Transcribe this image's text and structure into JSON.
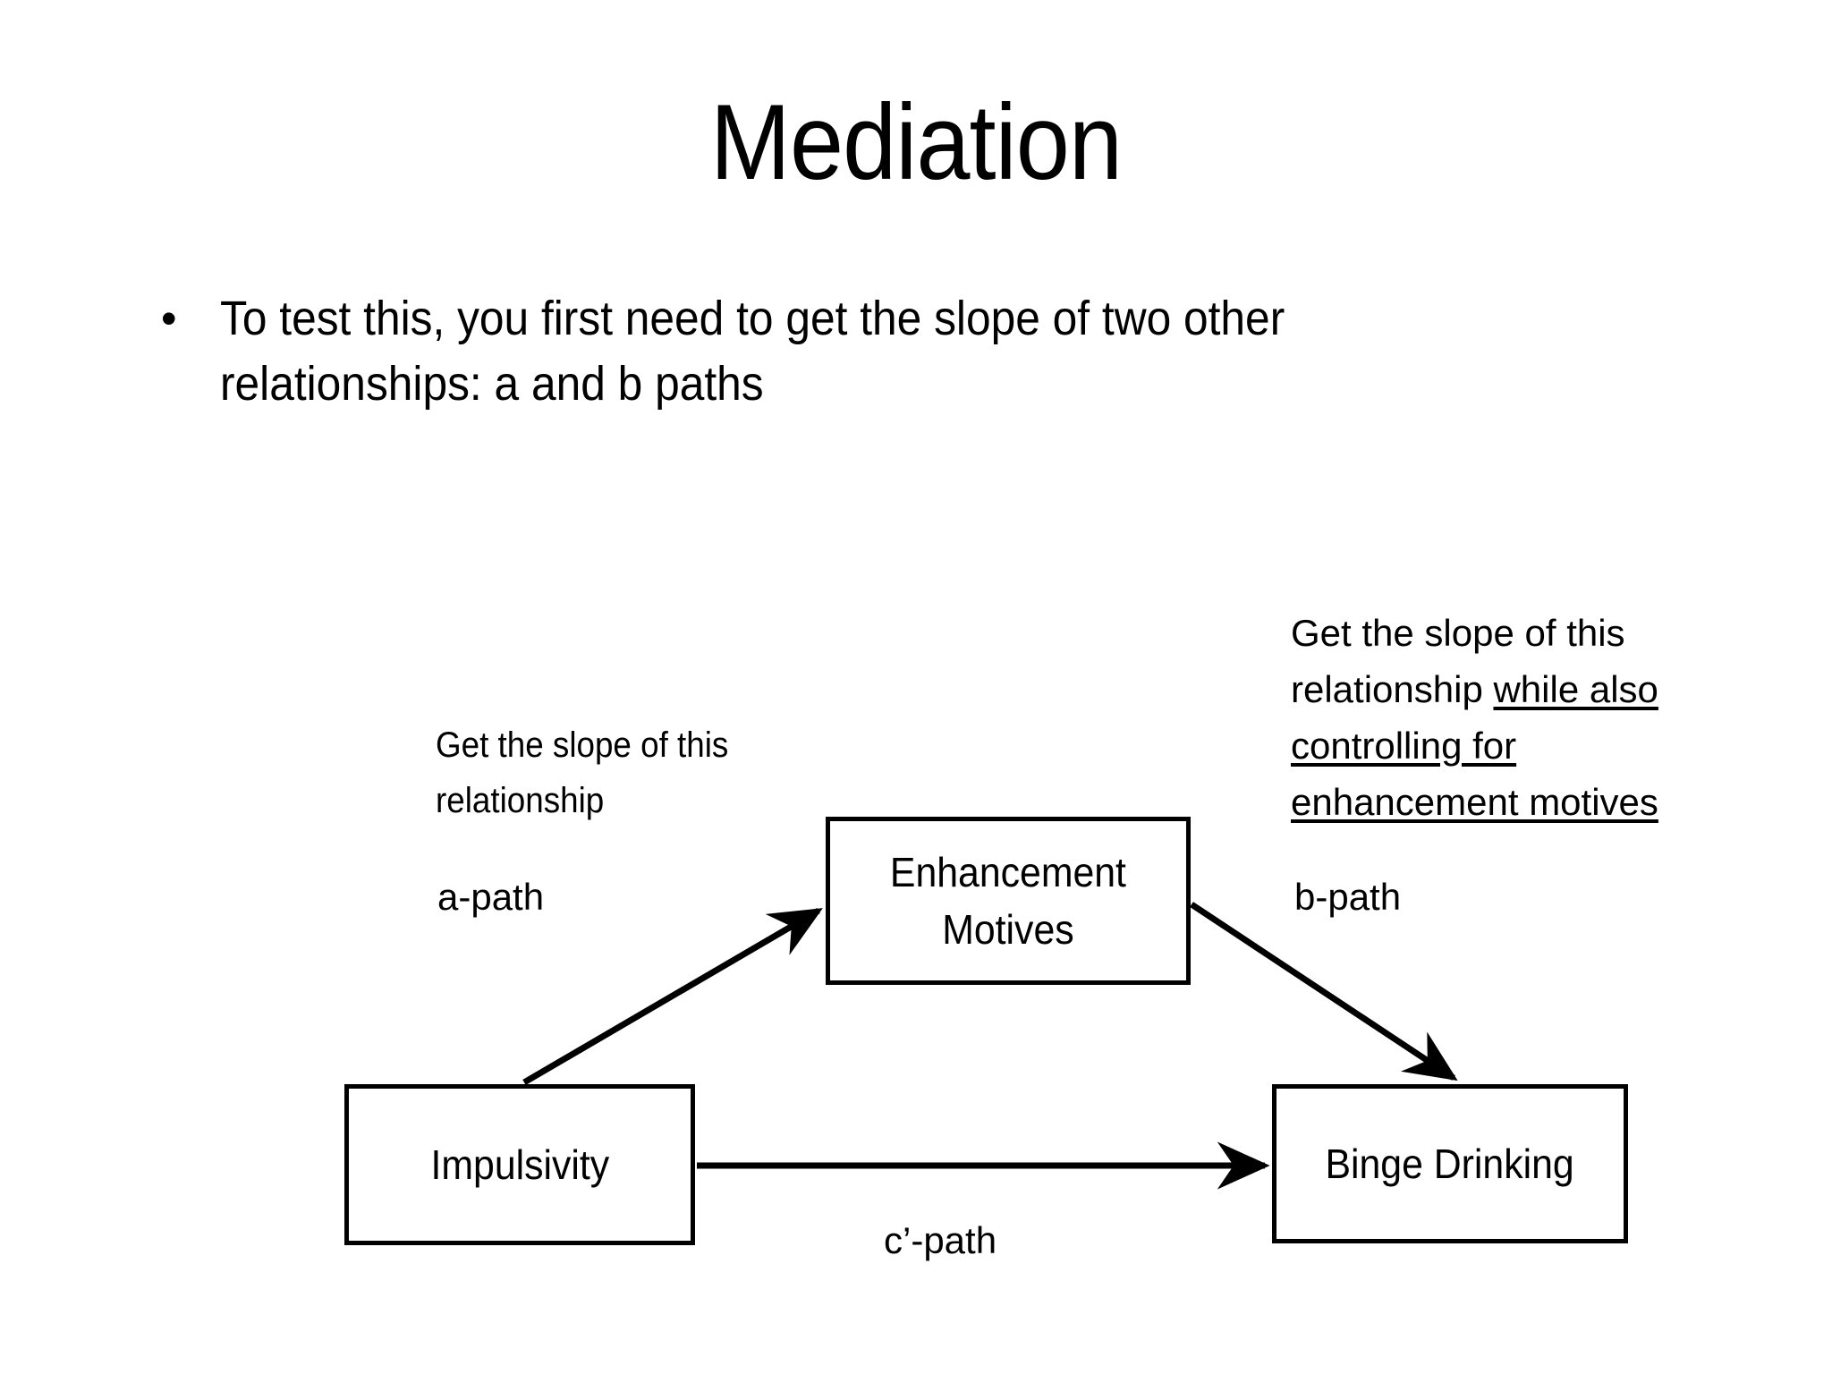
{
  "slide": {
    "title": "Mediation",
    "background_color": "#ffffff",
    "text_color": "#000000",
    "bullets": [
      {
        "marker": "•",
        "text": "To test this, you first need to get the slope of two other relationships: a and b paths"
      }
    ]
  },
  "diagram": {
    "type": "mediation-path-model",
    "nodes": [
      {
        "id": "impulsivity",
        "label": "Impulsivity",
        "role": "predictor"
      },
      {
        "id": "enhancement_motives",
        "label": "Enhancement\nMotives",
        "role": "mediator"
      },
      {
        "id": "binge_drinking",
        "label": "Binge Drinking",
        "role": "outcome"
      }
    ],
    "paths": [
      {
        "id": "a",
        "label": "a-path",
        "from": "impulsivity",
        "to": "enhancement_motives",
        "arrow": true
      },
      {
        "id": "b",
        "label": "b-path",
        "from": "enhancement_motives",
        "to": "binge_drinking",
        "arrow": true
      },
      {
        "id": "c_prime",
        "label": "c’-path",
        "from": "impulsivity",
        "to": "binge_drinking",
        "arrow": true
      }
    ],
    "annotations": [
      {
        "id": "a-path-note",
        "plain_prefix": "Get the slope of this\nrelationship",
        "underlined_suffix": "",
        "target_path": "a"
      },
      {
        "id": "b-path-note",
        "plain_prefix": "Get the slope of this\nrelationship ",
        "underlined_suffix": "while also\ncontrolling for\nenhancement motives",
        "target_path": "b"
      }
    ]
  }
}
